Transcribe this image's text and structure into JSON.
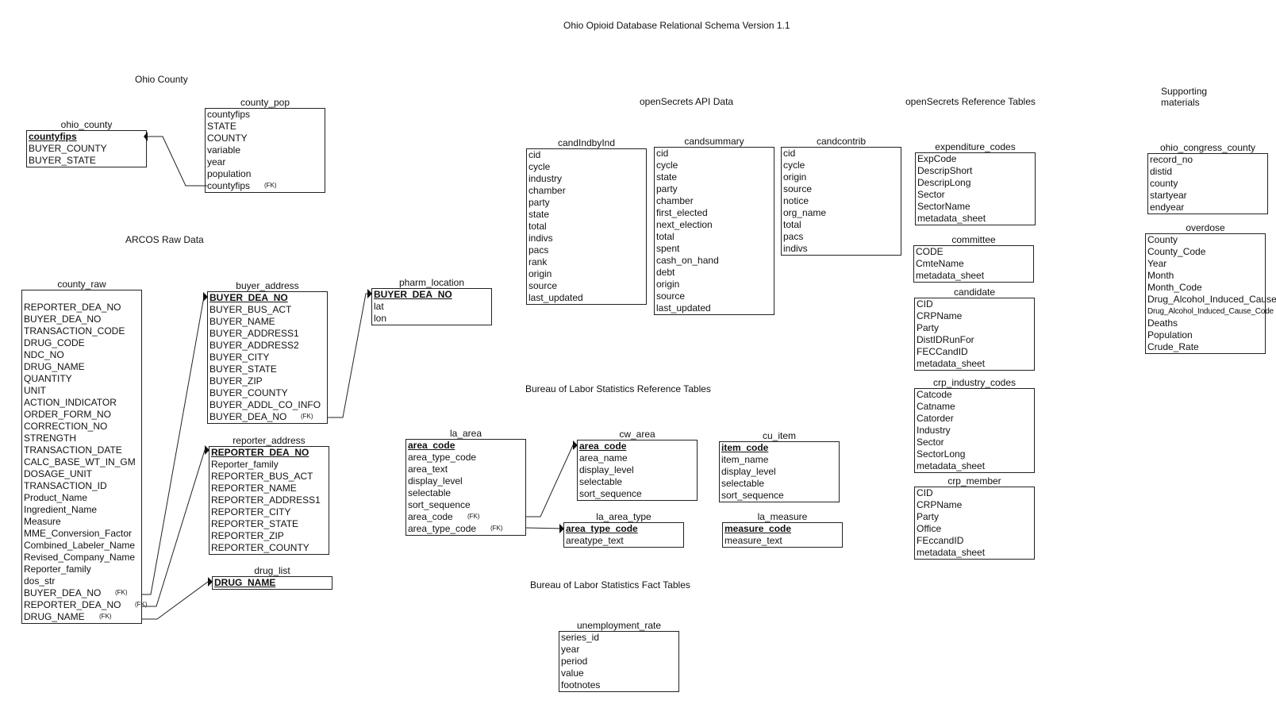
{
  "title": "Ohio Opioid Database Relational Schema Version 1.1",
  "sections": {
    "ohio_county": "Ohio County",
    "arcos": "ARCOS Raw Data",
    "opensecrets_api": "openSecrets API Data",
    "opensecrets_ref": "openSecrets Reference Tables",
    "supporting": "Supporting materials",
    "bls_ref": "Bureau of Labor Statistics Reference Tables",
    "bls_fact": "Bureau of Labor Statistics Fact Tables"
  },
  "fk_marker": "(FK)",
  "tables": {
    "ohio_county": {
      "name": "ohio_county",
      "fields": [
        {
          "name": "countyfips",
          "pk": true
        },
        {
          "name": "BUYER_COUNTY"
        },
        {
          "name": "BUYER_STATE"
        }
      ]
    },
    "county_pop": {
      "name": "county_pop",
      "fields": [
        {
          "name": "countyfips"
        },
        {
          "name": "STATE"
        },
        {
          "name": "COUNTY"
        },
        {
          "name": "variable"
        },
        {
          "name": "year"
        },
        {
          "name": "population"
        },
        {
          "name": "countyfips",
          "fk": true
        }
      ]
    },
    "county_raw": {
      "name": "county_raw",
      "fields": [
        {
          "name": "REPORTER_DEA_NO"
        },
        {
          "name": "BUYER_DEA_NO"
        },
        {
          "name": "TRANSACTION_CODE"
        },
        {
          "name": "DRUG_CODE"
        },
        {
          "name": "NDC_NO"
        },
        {
          "name": "DRUG_NAME"
        },
        {
          "name": "QUANTITY"
        },
        {
          "name": "UNIT"
        },
        {
          "name": "ACTION_INDICATOR"
        },
        {
          "name": "ORDER_FORM_NO"
        },
        {
          "name": "CORRECTION_NO"
        },
        {
          "name": "STRENGTH"
        },
        {
          "name": "TRANSACTION_DATE"
        },
        {
          "name": "CALC_BASE_WT_IN_GM"
        },
        {
          "name": "DOSAGE_UNIT"
        },
        {
          "name": "TRANSACTION_ID"
        },
        {
          "name": "Product_Name"
        },
        {
          "name": "Ingredient_Name"
        },
        {
          "name": "Measure"
        },
        {
          "name": "MME_Conversion_Factor"
        },
        {
          "name": "Combined_Labeler_Name"
        },
        {
          "name": "Revised_Company_Name"
        },
        {
          "name": "Reporter_family"
        },
        {
          "name": "dos_str"
        },
        {
          "name": "BUYER_DEA_NO",
          "fk": true
        },
        {
          "name": "REPORTER_DEA_NO",
          "fk": true
        },
        {
          "name": "DRUG_NAME",
          "fk": true
        }
      ]
    },
    "buyer_address": {
      "name": "buyer_address",
      "fields": [
        {
          "name": "BUYER_DEA_NO",
          "pk": true
        },
        {
          "name": "BUYER_BUS_ACT"
        },
        {
          "name": "BUYER_NAME"
        },
        {
          "name": "BUYER_ADDRESS1"
        },
        {
          "name": "BUYER_ADDRESS2"
        },
        {
          "name": "BUYER_CITY"
        },
        {
          "name": "BUYER_STATE"
        },
        {
          "name": "BUYER_ZIP"
        },
        {
          "name": "BUYER_COUNTY"
        },
        {
          "name": "BUYER_ADDL_CO_INFO"
        },
        {
          "name": "BUYER_DEA_NO",
          "fk": true
        }
      ]
    },
    "pharm_location": {
      "name": "pharm_location",
      "fields": [
        {
          "name": "BUYER_DEA_NO",
          "pk": true
        },
        {
          "name": "lat"
        },
        {
          "name": "lon"
        }
      ]
    },
    "reporter_address": {
      "name": "reporter_address",
      "fields": [
        {
          "name": "REPORTER_DEA_NO",
          "pk": true
        },
        {
          "name": "Reporter_family"
        },
        {
          "name": "REPORTER_BUS_ACT"
        },
        {
          "name": "REPORTER_NAME"
        },
        {
          "name": "REPORTER_ADDRESS1"
        },
        {
          "name": "REPORTER_CITY"
        },
        {
          "name": "REPORTER_STATE"
        },
        {
          "name": "REPORTER_ZIP"
        },
        {
          "name": "REPORTER_COUNTY"
        }
      ]
    },
    "drug_list": {
      "name": "drug_list",
      "fields": [
        {
          "name": "DRUG_NAME",
          "pk": true
        }
      ]
    },
    "candIndbyInd": {
      "name": "candIndbyInd",
      "fields": [
        {
          "name": "cid"
        },
        {
          "name": "cycle"
        },
        {
          "name": "industry"
        },
        {
          "name": "chamber"
        },
        {
          "name": "party"
        },
        {
          "name": "state"
        },
        {
          "name": "total"
        },
        {
          "name": "indivs"
        },
        {
          "name": "pacs"
        },
        {
          "name": "rank"
        },
        {
          "name": "origin"
        },
        {
          "name": "source"
        },
        {
          "name": "last_updated"
        }
      ]
    },
    "candsummary": {
      "name": "candsummary",
      "fields": [
        {
          "name": "cid"
        },
        {
          "name": "cycle"
        },
        {
          "name": "state"
        },
        {
          "name": "party"
        },
        {
          "name": "chamber"
        },
        {
          "name": "first_elected"
        },
        {
          "name": "next_election"
        },
        {
          "name": "total"
        },
        {
          "name": "spent"
        },
        {
          "name": "cash_on_hand"
        },
        {
          "name": "debt"
        },
        {
          "name": "origin"
        },
        {
          "name": "source"
        },
        {
          "name": "last_updated"
        }
      ]
    },
    "candcontrib": {
      "name": "candcontrib",
      "fields": [
        {
          "name": "cid"
        },
        {
          "name": "cycle"
        },
        {
          "name": "origin"
        },
        {
          "name": "source"
        },
        {
          "name": "notice"
        },
        {
          "name": "org_name"
        },
        {
          "name": "total"
        },
        {
          "name": "pacs"
        },
        {
          "name": "indivs"
        }
      ]
    },
    "expenditure_codes": {
      "name": "expenditure_codes",
      "fields": [
        {
          "name": "ExpCode"
        },
        {
          "name": "DescripShort"
        },
        {
          "name": "DescripLong"
        },
        {
          "name": "Sector"
        },
        {
          "name": "SectorName"
        },
        {
          "name": "metadata_sheet"
        }
      ]
    },
    "committee": {
      "name": "committee",
      "fields": [
        {
          "name": "CODE"
        },
        {
          "name": "CmteName"
        },
        {
          "name": "metadata_sheet"
        }
      ]
    },
    "candidate": {
      "name": "candidate",
      "fields": [
        {
          "name": "CID"
        },
        {
          "name": "CRPName"
        },
        {
          "name": "Party"
        },
        {
          "name": "DistIDRunFor"
        },
        {
          "name": "FECCandID"
        },
        {
          "name": "metadata_sheet"
        }
      ]
    },
    "crp_industry_codes": {
      "name": "crp_industry_codes",
      "fields": [
        {
          "name": "Catcode"
        },
        {
          "name": "Catname"
        },
        {
          "name": "Catorder"
        },
        {
          "name": "Industry"
        },
        {
          "name": "Sector"
        },
        {
          "name": "SectorLong"
        },
        {
          "name": "metadata_sheet"
        }
      ]
    },
    "crp_member": {
      "name": "crp_member",
      "fields": [
        {
          "name": "CID"
        },
        {
          "name": "CRPName"
        },
        {
          "name": "Party"
        },
        {
          "name": "Office"
        },
        {
          "name": "FEccandID"
        },
        {
          "name": "metadata_sheet"
        }
      ]
    },
    "ohio_congress_county": {
      "name": "ohio_congress_county",
      "fields": [
        {
          "name": "record_no"
        },
        {
          "name": "distid"
        },
        {
          "name": "county"
        },
        {
          "name": "startyear"
        },
        {
          "name": "endyear"
        }
      ]
    },
    "overdose": {
      "name": "overdose",
      "fields": [
        {
          "name": "County"
        },
        {
          "name": "County_Code"
        },
        {
          "name": "Year"
        },
        {
          "name": "Month"
        },
        {
          "name": "Month_Code"
        },
        {
          "name": "Drug_Alcohol_Induced_Cause"
        },
        {
          "name": "Drug_Alcohol_Induced_Cause_Code",
          "small": true
        },
        {
          "name": "Deaths"
        },
        {
          "name": "Population"
        },
        {
          "name": "Crude_Rate"
        }
      ]
    },
    "la_area": {
      "name": "la_area",
      "fields": [
        {
          "name": "area_code",
          "pk": true
        },
        {
          "name": "area_type_code"
        },
        {
          "name": "area_text"
        },
        {
          "name": "display_level"
        },
        {
          "name": "selectable"
        },
        {
          "name": "sort_sequence"
        },
        {
          "name": "area_code",
          "fk": true
        },
        {
          "name": "area_type_code",
          "fk": true
        }
      ]
    },
    "cw_area": {
      "name": "cw_area",
      "fields": [
        {
          "name": "area_code",
          "pk": true
        },
        {
          "name": "area_name"
        },
        {
          "name": "display_level"
        },
        {
          "name": "selectable"
        },
        {
          "name": "sort_sequence"
        }
      ]
    },
    "cu_item": {
      "name": "cu_item",
      "fields": [
        {
          "name": "item_code",
          "pk": true
        },
        {
          "name": "item_name"
        },
        {
          "name": "display_level"
        },
        {
          "name": "selectable"
        },
        {
          "name": "sort_sequence"
        }
      ]
    },
    "la_area_type": {
      "name": "la_area_type",
      "fields": [
        {
          "name": "area_type_code",
          "pk": true
        },
        {
          "name": "areatype_text"
        }
      ]
    },
    "la_measure": {
      "name": "la_measure",
      "fields": [
        {
          "name": "measure_code",
          "pk": true
        },
        {
          "name": "measure_text"
        }
      ]
    },
    "unemployment_rate": {
      "name": "unemployment_rate",
      "fields": [
        {
          "name": "series_id"
        },
        {
          "name": "year"
        },
        {
          "name": "period"
        },
        {
          "name": "value"
        },
        {
          "name": "footnotes"
        }
      ]
    }
  }
}
